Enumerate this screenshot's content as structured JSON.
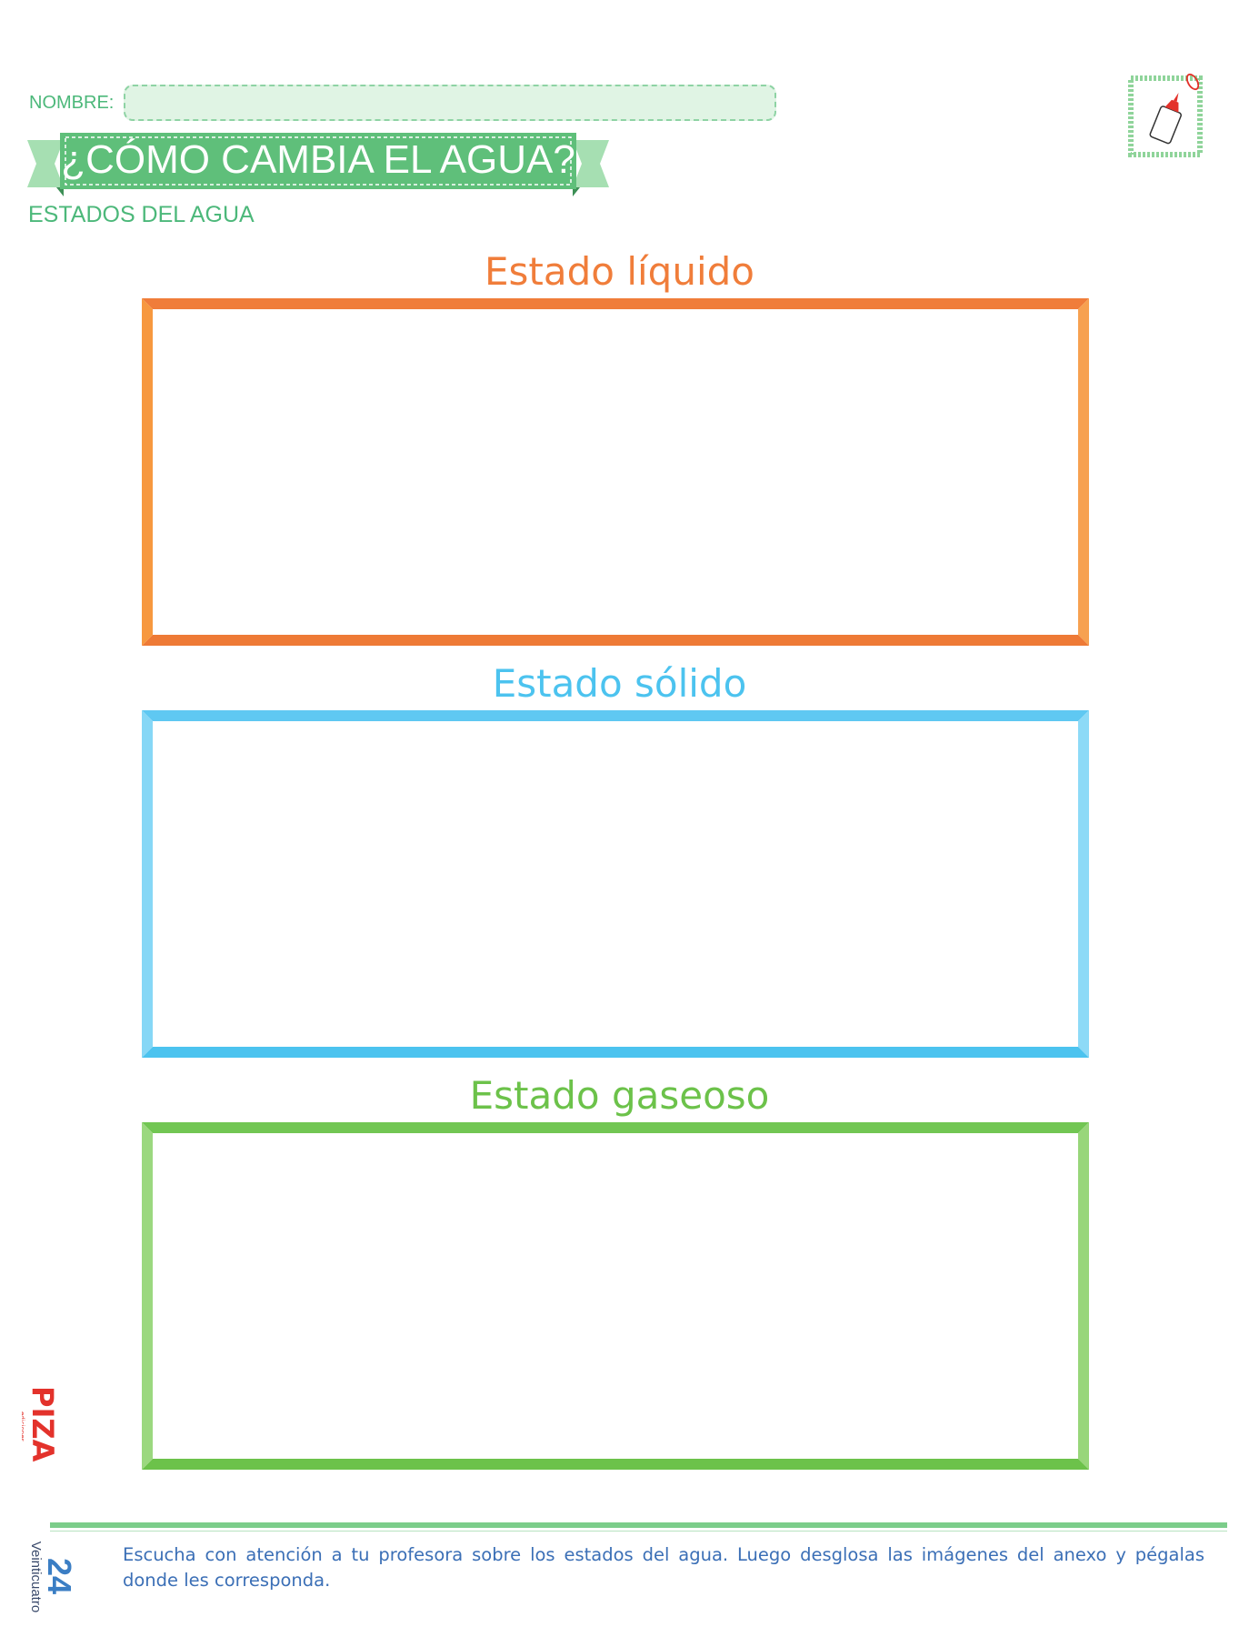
{
  "header": {
    "nombre_label": "NOMBRE:",
    "title": "¿CÓMO CAMBIA EL AGUA?",
    "subtitle": "ESTADOS DEL AGUA",
    "glue_icon": "glue-bottle-icon"
  },
  "sections": [
    {
      "title": "Estado líquido",
      "color": "#f07d3a"
    },
    {
      "title": "Estado sólido",
      "color": "#4cc3ef"
    },
    {
      "title": "Estado gaseoso",
      "color": "#6cc24a"
    }
  ],
  "logo": {
    "text": "PIZA",
    "sub": "ediciones"
  },
  "footer": {
    "page_number": "24",
    "page_word": "Veinticuatro",
    "instructions": "Escucha con atención a tu profesora sobre los estados del agua. Luego desglosa las imágenes del anexo y pégalas donde les corresponda."
  },
  "colors": {
    "accent_green": "#4cb87a",
    "banner_green": "#5fbf7a",
    "footer_blue": "#3b6fb6"
  }
}
